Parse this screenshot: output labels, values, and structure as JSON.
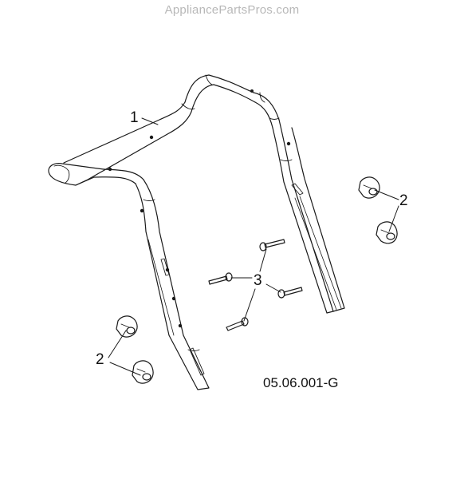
{
  "watermark": "AppliancePartsPros.com",
  "diagram_code": "05.06.001-G",
  "callouts": {
    "handle": "1",
    "knob_right": "2",
    "knob_left": "2",
    "bolts": "3"
  },
  "colors": {
    "line": "#1a1a1a",
    "watermark": "#b8b8b8",
    "background": "#ffffff"
  }
}
